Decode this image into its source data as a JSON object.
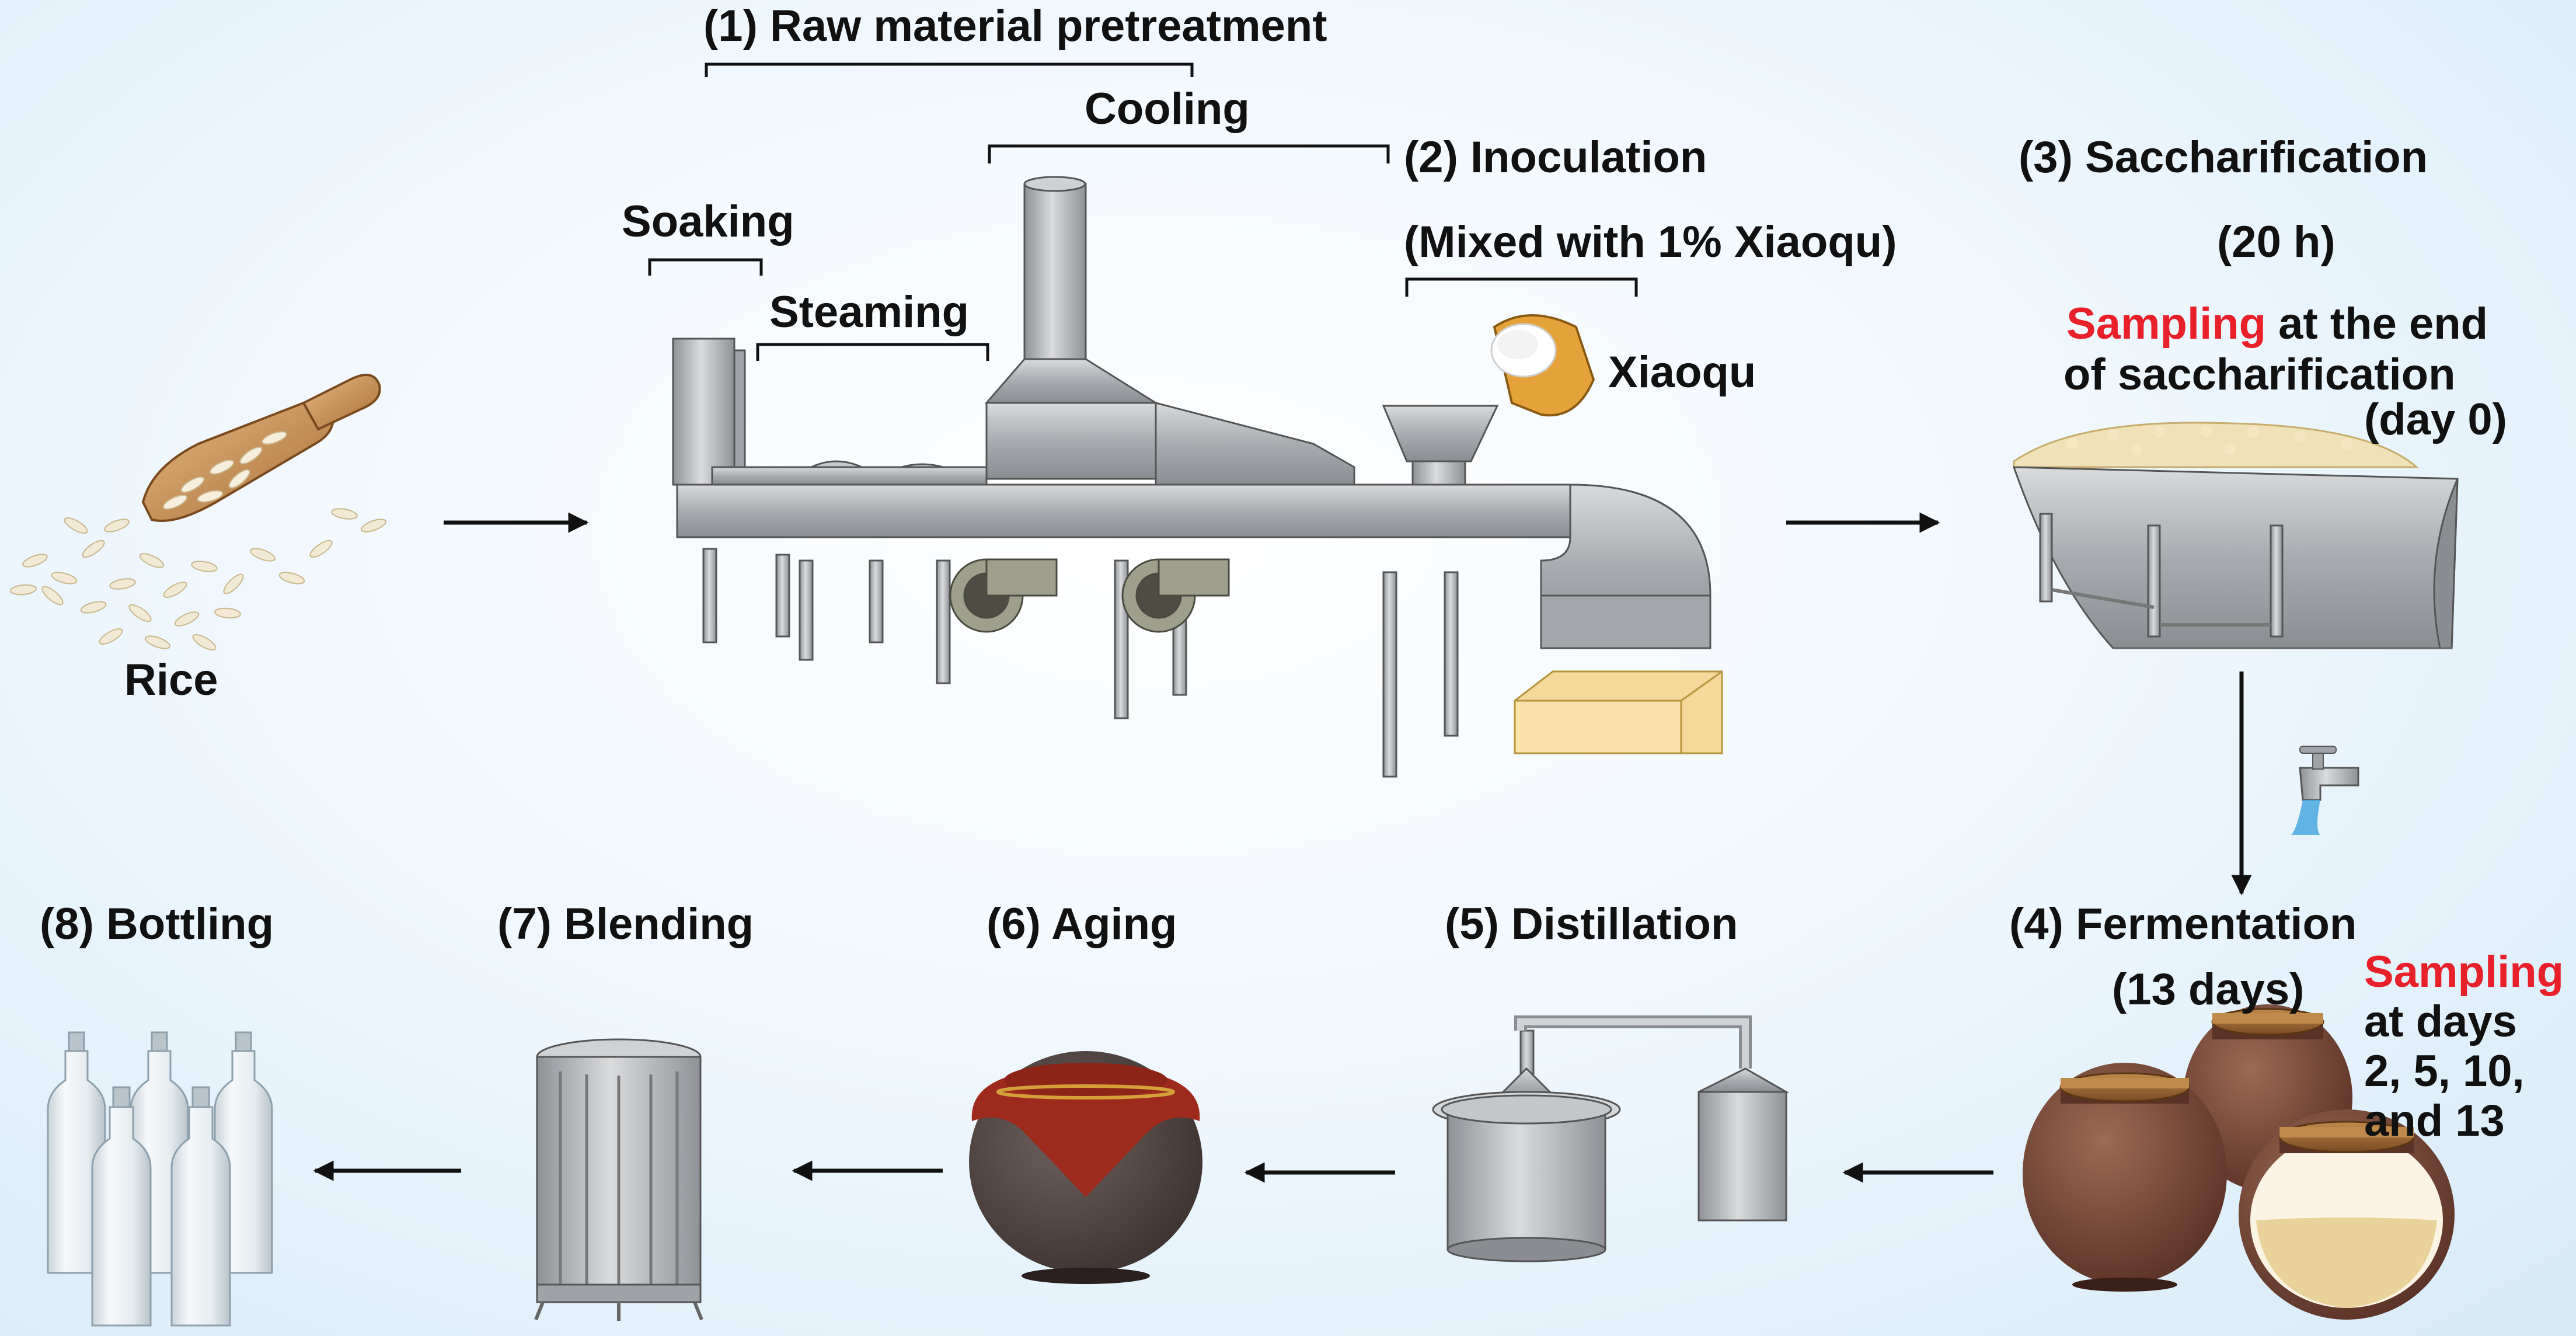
{
  "steps": {
    "raw_material": "(1) Raw material pretreatment",
    "soaking": "Soaking",
    "steaming": "Steaming",
    "cooling": "Cooling",
    "inoculation": "(2) Inoculation",
    "inoculation_note": "(Mixed with 1% Xiaoqu)",
    "saccharification": "(3) Saccharification",
    "saccharification_time": "(20 h)",
    "fermentation": "(4) Fermentation",
    "fermentation_time": "(13 days)",
    "distillation": "(5) Distillation",
    "aging": "(6) Aging",
    "blending": "(7) Blending",
    "bottling": "(8) Bottling"
  },
  "labels": {
    "rice": "Rice",
    "xiaoqu": "Xiaoqu"
  },
  "sampling_saccharification": {
    "keyword": "Sampling",
    "rest1": " at the end",
    "line2": "of saccharification",
    "line3": "(day 0)"
  },
  "sampling_fermentation": {
    "keyword": "Sampling",
    "line2": "at days",
    "line3": "2, 5, 10,",
    "line4": "and 13"
  },
  "colors": {
    "accent_red": "#e8202a",
    "steel": "#a9adb1",
    "jar_brown": "#7a4a3a",
    "background": "#e6f3fb"
  }
}
